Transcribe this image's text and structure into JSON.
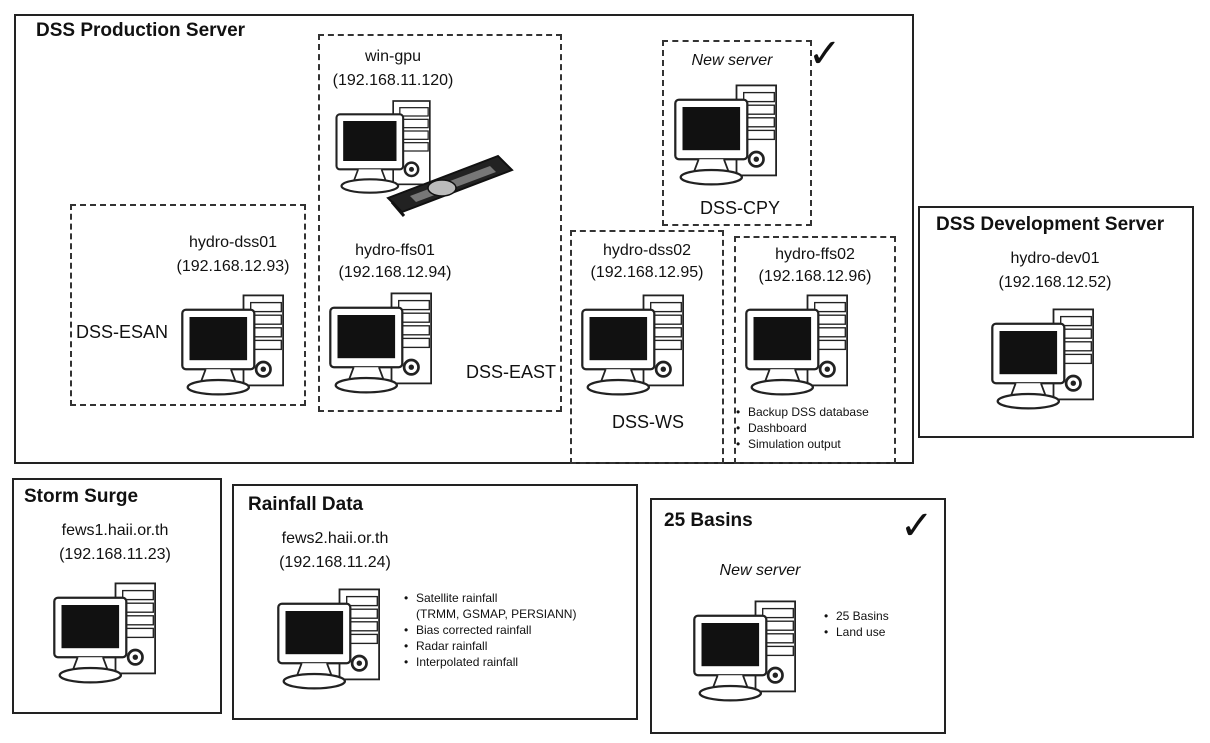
{
  "production": {
    "title": "DSS Production Server",
    "win_gpu": {
      "name": "win-gpu",
      "ip": "(192.168.11.120)"
    },
    "esan": {
      "name": "hydro-dss01",
      "ip": "(192.168.12.93)",
      "label": "DSS-ESAN"
    },
    "east": {
      "name": "hydro-ffs01",
      "ip": "(192.168.12.94)",
      "label": "DSS-EAST"
    },
    "cpy": {
      "note": "New server",
      "label": "DSS-CPY",
      "check": "✓"
    },
    "ws": {
      "name": "hydro-dss02",
      "ip": "(192.168.12.95)",
      "label": "DSS-WS"
    },
    "ffs02": {
      "name": "hydro-ffs02",
      "ip": "(192.168.12.96)",
      "bullets": [
        "Backup DSS database",
        "Dashboard",
        "Simulation output"
      ]
    }
  },
  "development": {
    "title": "DSS Development Server",
    "name": "hydro-dev01",
    "ip": "(192.168.12.52)"
  },
  "storm": {
    "title": "Storm Surge",
    "name": "fews1.haii.or.th",
    "ip": "(192.168.11.23)"
  },
  "rainfall": {
    "title": "Rainfall Data",
    "name": "fews2.haii.or.th",
    "ip": "(192.168.11.24)",
    "bullets": [
      "Satellite rainfall",
      "(TRMM, GSMAP, PERSIANN)",
      "Bias corrected rainfall",
      "Radar rainfall",
      "Interpolated rainfall"
    ]
  },
  "basins": {
    "title": "25 Basins",
    "note": "New server",
    "check": "✓",
    "bullets": [
      "25 Basins",
      "Land use"
    ]
  },
  "colors": {
    "line": "#222222",
    "screen": "#111111",
    "paper": "#ffffff"
  },
  "icons": [
    "computer-icon",
    "gpu-card-icon",
    "checkmark-icon"
  ]
}
